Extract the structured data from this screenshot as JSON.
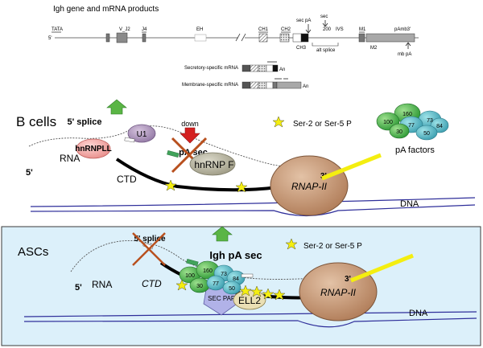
{
  "gene_map": {
    "title": "Igh gene and mRNA products",
    "five_prime": "5'",
    "labels": {
      "tata": "TATA",
      "vj2": "V_J2",
      "j4": "J4",
      "eh": "EH",
      "ch1": "CH1",
      "ch2": "CH2",
      "sec_pa": "sec pA",
      "sec_200": "sec",
      "num_200": "200",
      "ivs": "IVS",
      "m1": "M1",
      "pamb3": "pAmb3'",
      "ch3": "CH3",
      "alt_splice": "alt splice",
      "m2": "M2",
      "mb_pa": "mb pA"
    },
    "mrna": [
      {
        "label": "Secretory-specific mRNA",
        "tail": "An"
      },
      {
        "label": "Membrane-specific mRNA",
        "tail": "An"
      }
    ]
  },
  "b_cells": {
    "title": "B cells",
    "splice": "5' splice",
    "hnrnpll": "hnRNPLL",
    "u1": "U1",
    "down": "down",
    "pa_sec": "pA sec",
    "hnrnpf": "hnRNP F",
    "five_prime": "5'",
    "rna": "RNA",
    "ctd": "CTD",
    "three_prime": "3'",
    "rnap": "RNAP-II",
    "dna": "DNA",
    "legend": "Ser-2 or Ser-5 P",
    "pa_factors": "pA factors",
    "factor_numbers": [
      "100",
      "160",
      "73",
      "84",
      "30",
      "77",
      "50"
    ]
  },
  "ascs": {
    "title": "ASCs",
    "splice": "5' splice",
    "igh_pa_sec": "Igh pA sec",
    "legend": "Ser-2 or Ser-5 P",
    "five_prime": "5'",
    "rna": "RNA",
    "ctd": "CTD",
    "three_prime": "3'",
    "rnap": "RNAP-II",
    "dna": "DNA",
    "sec_paf": "SEC PAF",
    "ell2": "ELL2",
    "factor_numbers": [
      "100",
      "160",
      "73",
      "84",
      "30",
      "77",
      "50"
    ]
  },
  "colors": {
    "rnap_fill": "#c99a77",
    "green_arrow": "#5ab545",
    "red_arrow": "#d42020",
    "cross": "#b8501e",
    "dna": "#2e2e9a",
    "ctd": "#000000",
    "yellow": "#f4ee10",
    "asc_bg": "#dcf0fa",
    "hnrnpll": "#f2b0ae",
    "u1": "#b49bc0",
    "hnrnpf": "#b8b6a2"
  }
}
